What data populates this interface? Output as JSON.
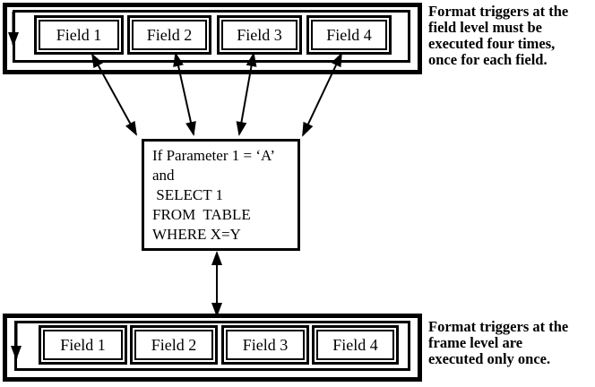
{
  "colors": {
    "ink": "#000000",
    "background": "#ffffff"
  },
  "top_frame": {
    "fields": [
      "Field 1",
      "Field 2",
      "Field 3",
      "Field 4"
    ]
  },
  "code_box": {
    "lines": [
      "If Parameter 1 = ‘A’",
      "and",
      " SELECT 1",
      "FROM  TABLE",
      "WHERE X=Y"
    ]
  },
  "bottom_frame": {
    "fields": [
      "Field 1",
      "Field 2",
      "Field 3",
      "Field 4"
    ]
  },
  "annotations": {
    "top_lines": [
      "Format triggers at the",
      "field level must be",
      "executed four times,",
      "once for each field."
    ],
    "bottom_lines": [
      "Format triggers at the",
      "frame level are",
      "executed only once."
    ]
  }
}
